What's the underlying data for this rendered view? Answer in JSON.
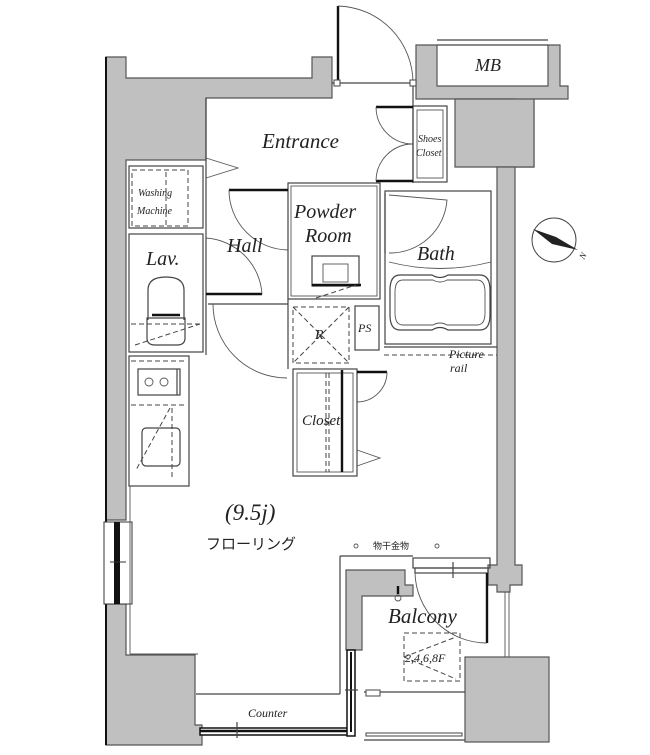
{
  "floorplan": {
    "rooms": {
      "mb": "MB",
      "entrance": "Entrance",
      "shoes_closet_line1": "Shoes",
      "shoes_closet_line2": "Closet",
      "washing_machine_line1": "Washing",
      "washing_machine_line2": "Machine",
      "powder_room_line1": "Powder",
      "powder_room_line2": "Room",
      "hall": "Hall",
      "lav": "Lav.",
      "bath": "Bath",
      "refrigerator": "R",
      "ps": "PS",
      "picture_rail_line1": "Picture",
      "picture_rail_line2": "rail",
      "closet": "Closet",
      "living_size": "(9.5j)",
      "living_type": "フローリング",
      "drying_hardware": "物干金物",
      "balcony": "Balcony",
      "outdoor_unit_floors": "2,4,6,8F",
      "counter": "Counter"
    },
    "compass": {
      "north_label": "N",
      "icon": "compass-icon"
    },
    "colors": {
      "wall_fill": "#c0c0c0",
      "line": "#444444",
      "background": "#ffffff"
    }
  }
}
